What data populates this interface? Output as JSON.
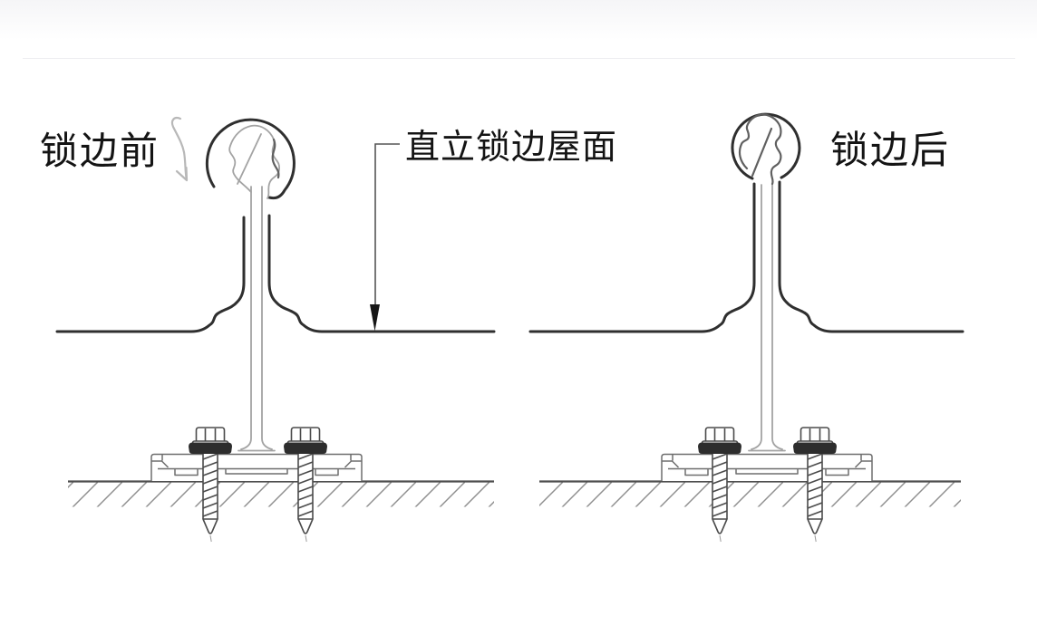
{
  "figure": {
    "label_before": "锁边前",
    "label_roof": "直立锁边屋面",
    "label_after": "锁边后"
  },
  "colors": {
    "ink": "#2f2f2f",
    "line_light": "#a3a3a3",
    "line_mid": "#606060",
    "clip_line": "#6e6e6e",
    "screw_line": "#4b4b4b",
    "washer": "#2d2d2d",
    "hatch": "#8f8f8f",
    "base_line": "#4f4f4f",
    "leader": "#555555",
    "arrow_gray": "#b8b8b8",
    "text": "#141414",
    "background": "#ffffff",
    "top_band": "#f5f5f7"
  }
}
